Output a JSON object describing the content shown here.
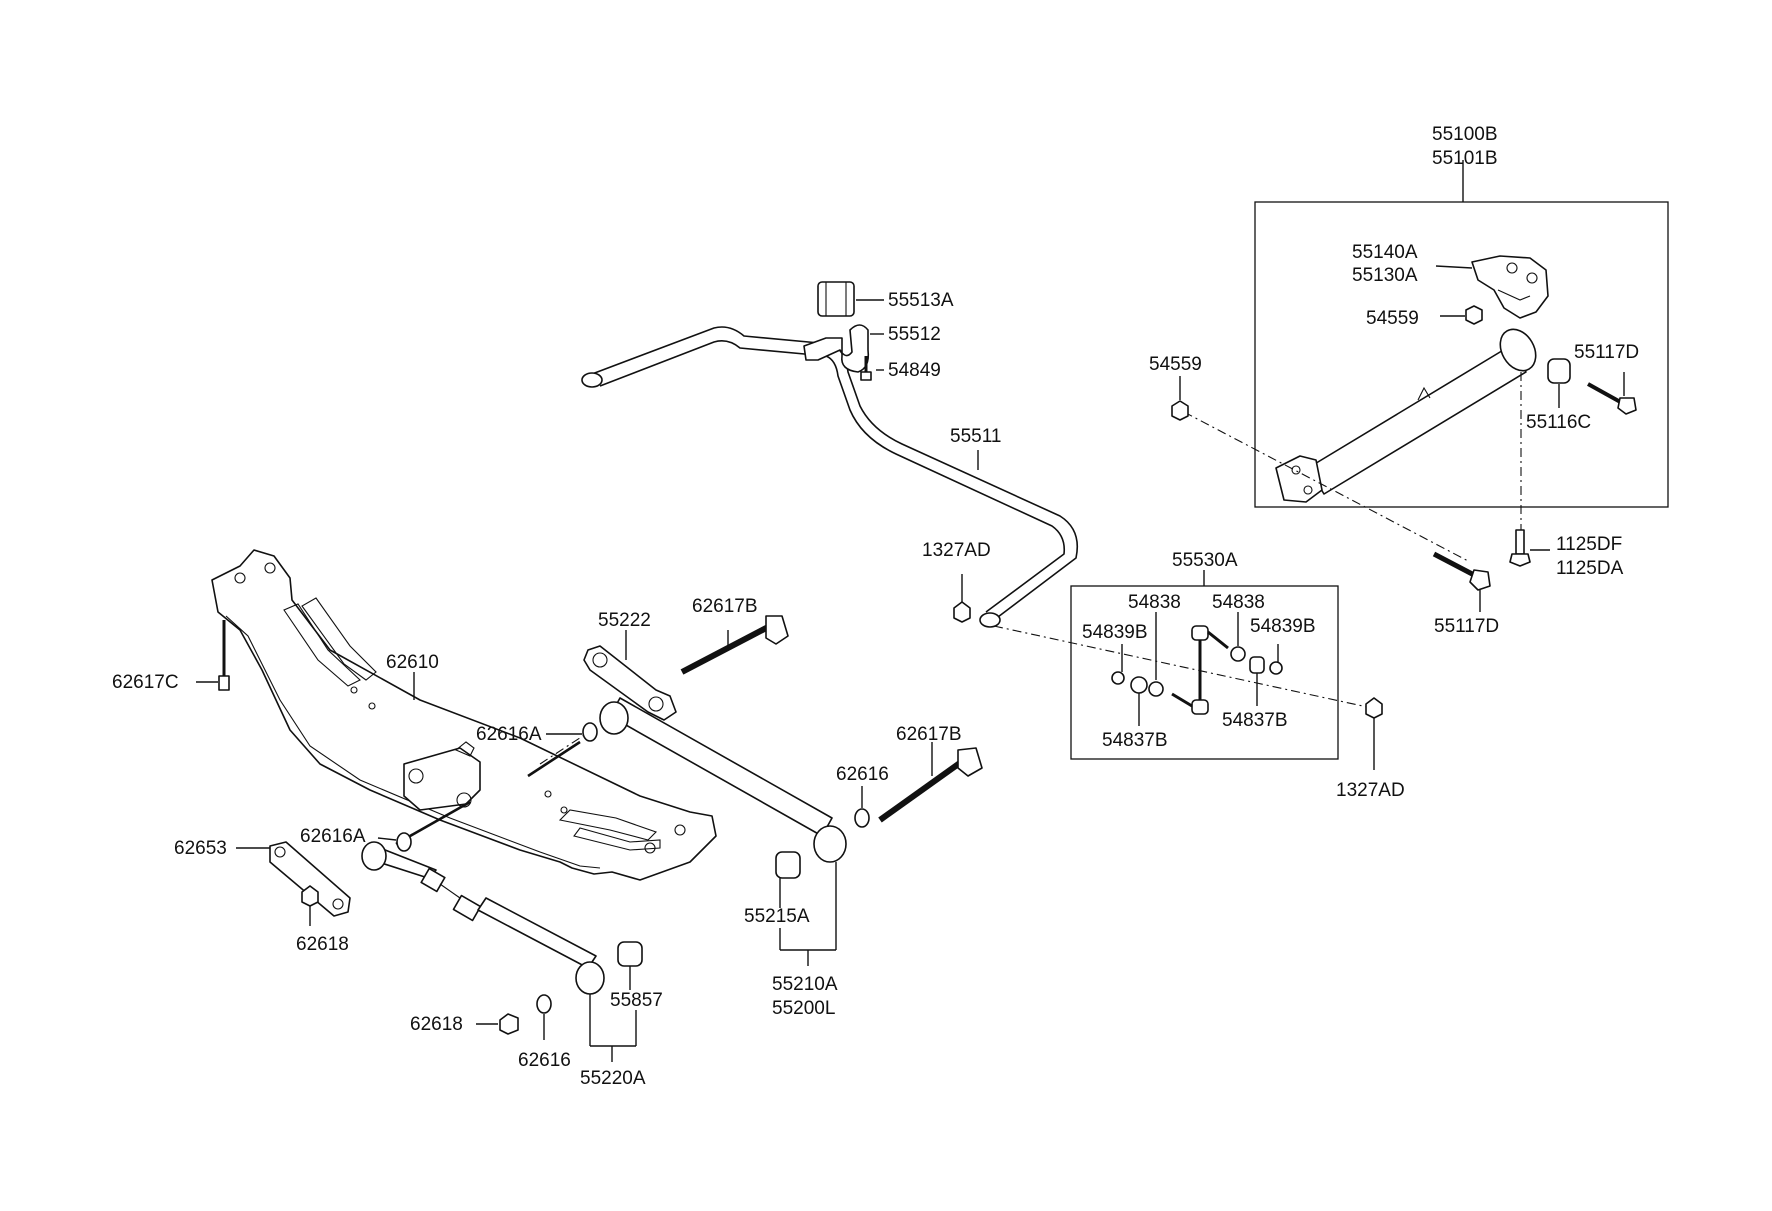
{
  "labels": {
    "l55100B": "55100B",
    "l55101B": "55101B",
    "l55140A": "55140A",
    "l55130A": "55130A",
    "l54559a": "54559",
    "l54559b": "54559",
    "l55117Da": "55117D",
    "l55116C": "55116C",
    "l1125DF": "1125DF",
    "l1125DA": "1125DA",
    "l55117Db": "55117D",
    "l55513A": "55513A",
    "l55512": "55512",
    "l54849": "54849",
    "l55511": "55511",
    "l1327ADa": "1327AD",
    "l55530A": "55530A",
    "l54838a": "54838",
    "l54838b": "54838",
    "l54839Ba": "54839B",
    "l54839Bb": "54839B",
    "l54837Ba": "54837B",
    "l54837Bb": "54837B",
    "l1327ADb": "1327AD",
    "l55222": "55222",
    "l62617Ba": "62617B",
    "l62617Bb": "62617B",
    "l62610": "62610",
    "l62617C": "62617C",
    "l62616Aa": "62616A",
    "l62616Ab": "62616A",
    "l62616a": "62616",
    "l62616b": "62616",
    "l62653": "62653",
    "l62618a": "62618",
    "l62618b": "62618",
    "l55215A": "55215A",
    "l55210A": "55210A",
    "l55200L": "55200L",
    "l55857": "55857",
    "l55220A": "55220A"
  }
}
